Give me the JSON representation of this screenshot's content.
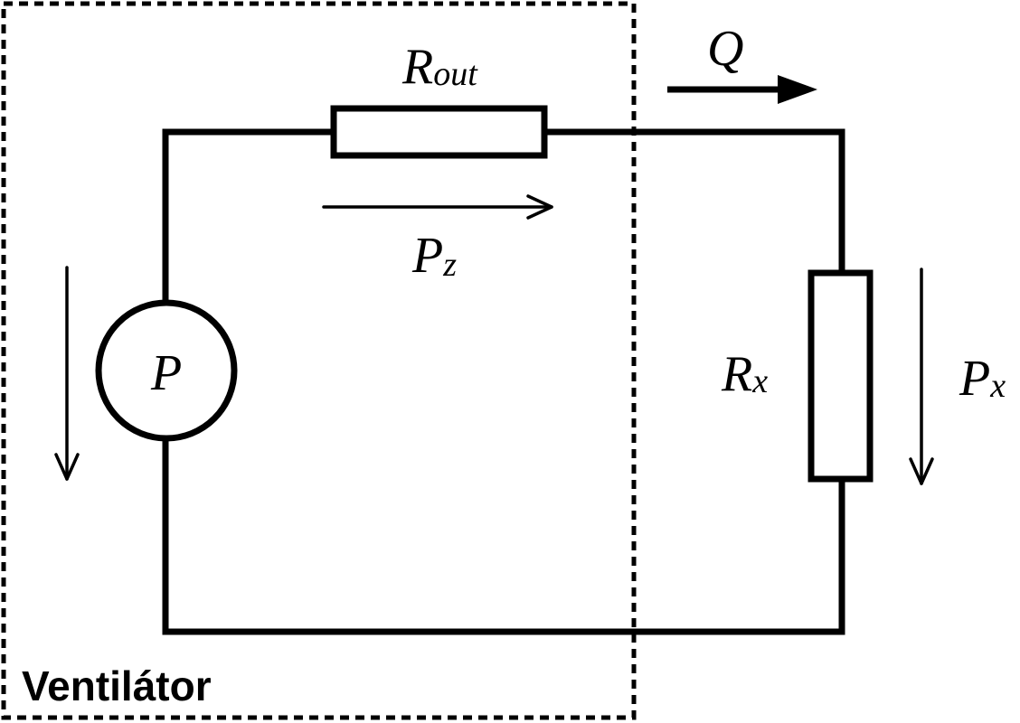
{
  "boundary": {
    "label": "Ventilátor"
  },
  "source": {
    "symbol": "P"
  },
  "resistor_out": {
    "symbol": "R",
    "subscript": "out"
  },
  "resistor_x": {
    "symbol": "R",
    "subscript": "x"
  },
  "pressure_z": {
    "symbol": "P",
    "subscript": "z"
  },
  "pressure_x": {
    "symbol": "P",
    "subscript": "x"
  },
  "flow": {
    "symbol": "Q"
  }
}
